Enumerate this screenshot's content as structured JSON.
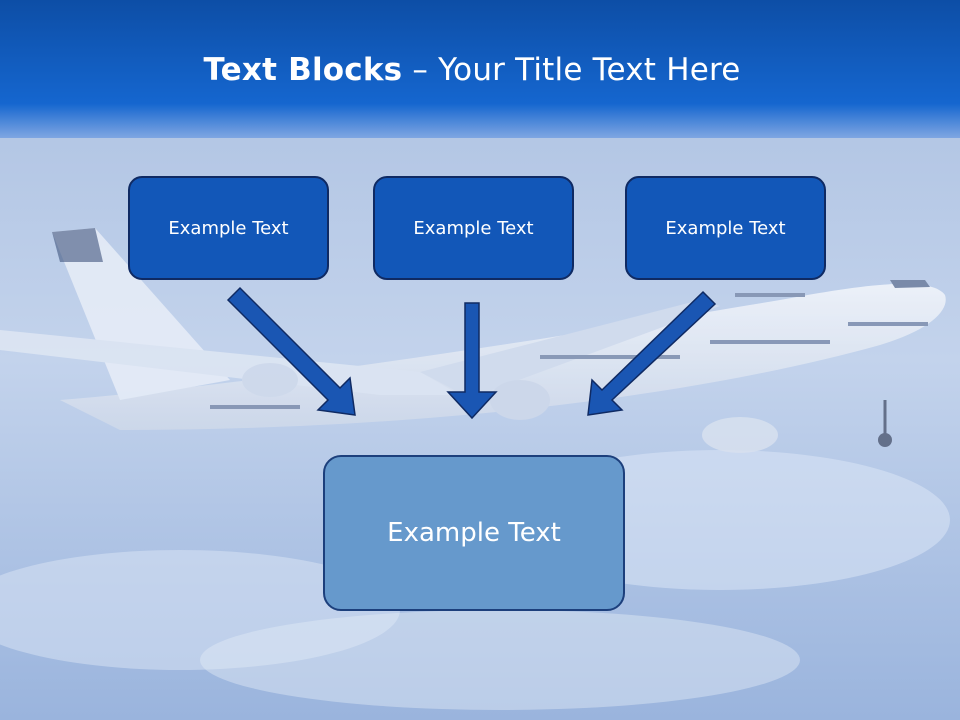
{
  "title": {
    "bold": "Text Blocks",
    "separator": "–",
    "rest": "Your Title Text Here"
  },
  "blocks": [
    {
      "label": "Example Text"
    },
    {
      "label": "Example Text"
    },
    {
      "label": "Example Text"
    }
  ],
  "target": {
    "label": "Example Text"
  },
  "colors": {
    "header": "#1257b8",
    "block": "#1257b8",
    "target": "#6699cc",
    "arrow": "#1a56b3"
  },
  "background_image": "airplane-in-sky"
}
